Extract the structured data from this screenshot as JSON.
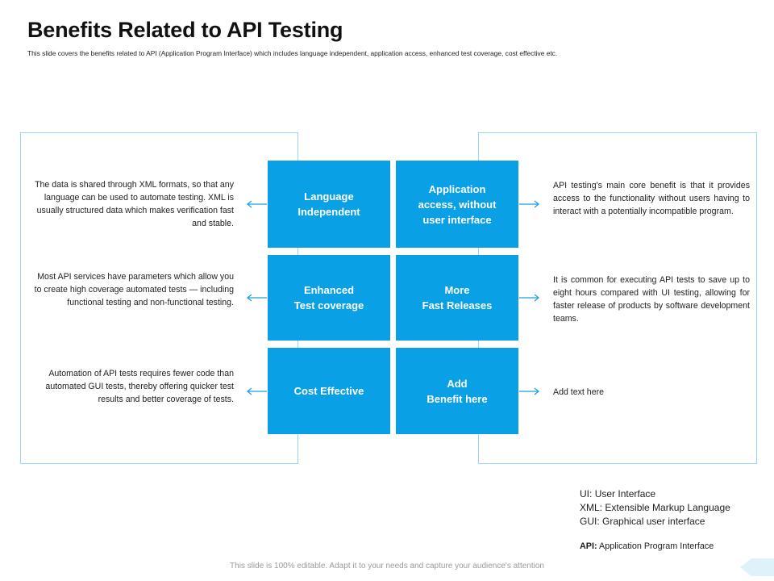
{
  "header": {
    "title": "Benefits Related to API Testing",
    "subtitle": "This slide covers the benefits related to API (Application Program Interface) which includes language independent, application access, enhanced test coverage, cost effective etc."
  },
  "tiles": [
    {
      "label": "Language\nIndependent"
    },
    {
      "label": "Application\naccess, without\nuser interface"
    },
    {
      "label": "Enhanced\nTest coverage"
    },
    {
      "label": "More\nFast Releases"
    },
    {
      "label": "Cost Effective"
    },
    {
      "label": "Add\nBenefit here"
    }
  ],
  "descriptions_left": [
    {
      "text": "The data is shared through XML formats, so that any language can be used to automate testing. XML is usually structured data which makes verification fast and stable."
    },
    {
      "text": "Most API services have parameters which allow you to create high coverage automated tests — including functional testing and non-functional testing."
    },
    {
      "text": "Automation of API tests requires fewer code than automated GUI tests, thereby offering quicker test results and better coverage of tests."
    }
  ],
  "descriptions_right": [
    {
      "text": "API testing's main core benefit is that it provides access to the functionality without users having to interact with a potentially incompatible program."
    },
    {
      "text": "It is common for executing API tests to save up to eight hours compared with UI testing, allowing for faster release of products by software development teams."
    },
    {
      "text": "Add text here"
    }
  ],
  "glossary": {
    "ui_abbr": "UI:",
    "ui_text": "User Interface",
    "xml_abbr": "XML:",
    "xml_text": "Extensible Markup Language",
    "gui_abbr": "GUI:",
    "gui_text": "Graphical user interface",
    "api_abbr": "API:",
    "api_text": "Application Program Interface"
  },
  "footer": {
    "text": "This slide is 100% editable. Adapt it to your needs and capture your audience's attention"
  },
  "colors": {
    "tile": "#0aa0e6",
    "panel_border": "#9fd3ee",
    "arrow": "#1a9fe0"
  }
}
